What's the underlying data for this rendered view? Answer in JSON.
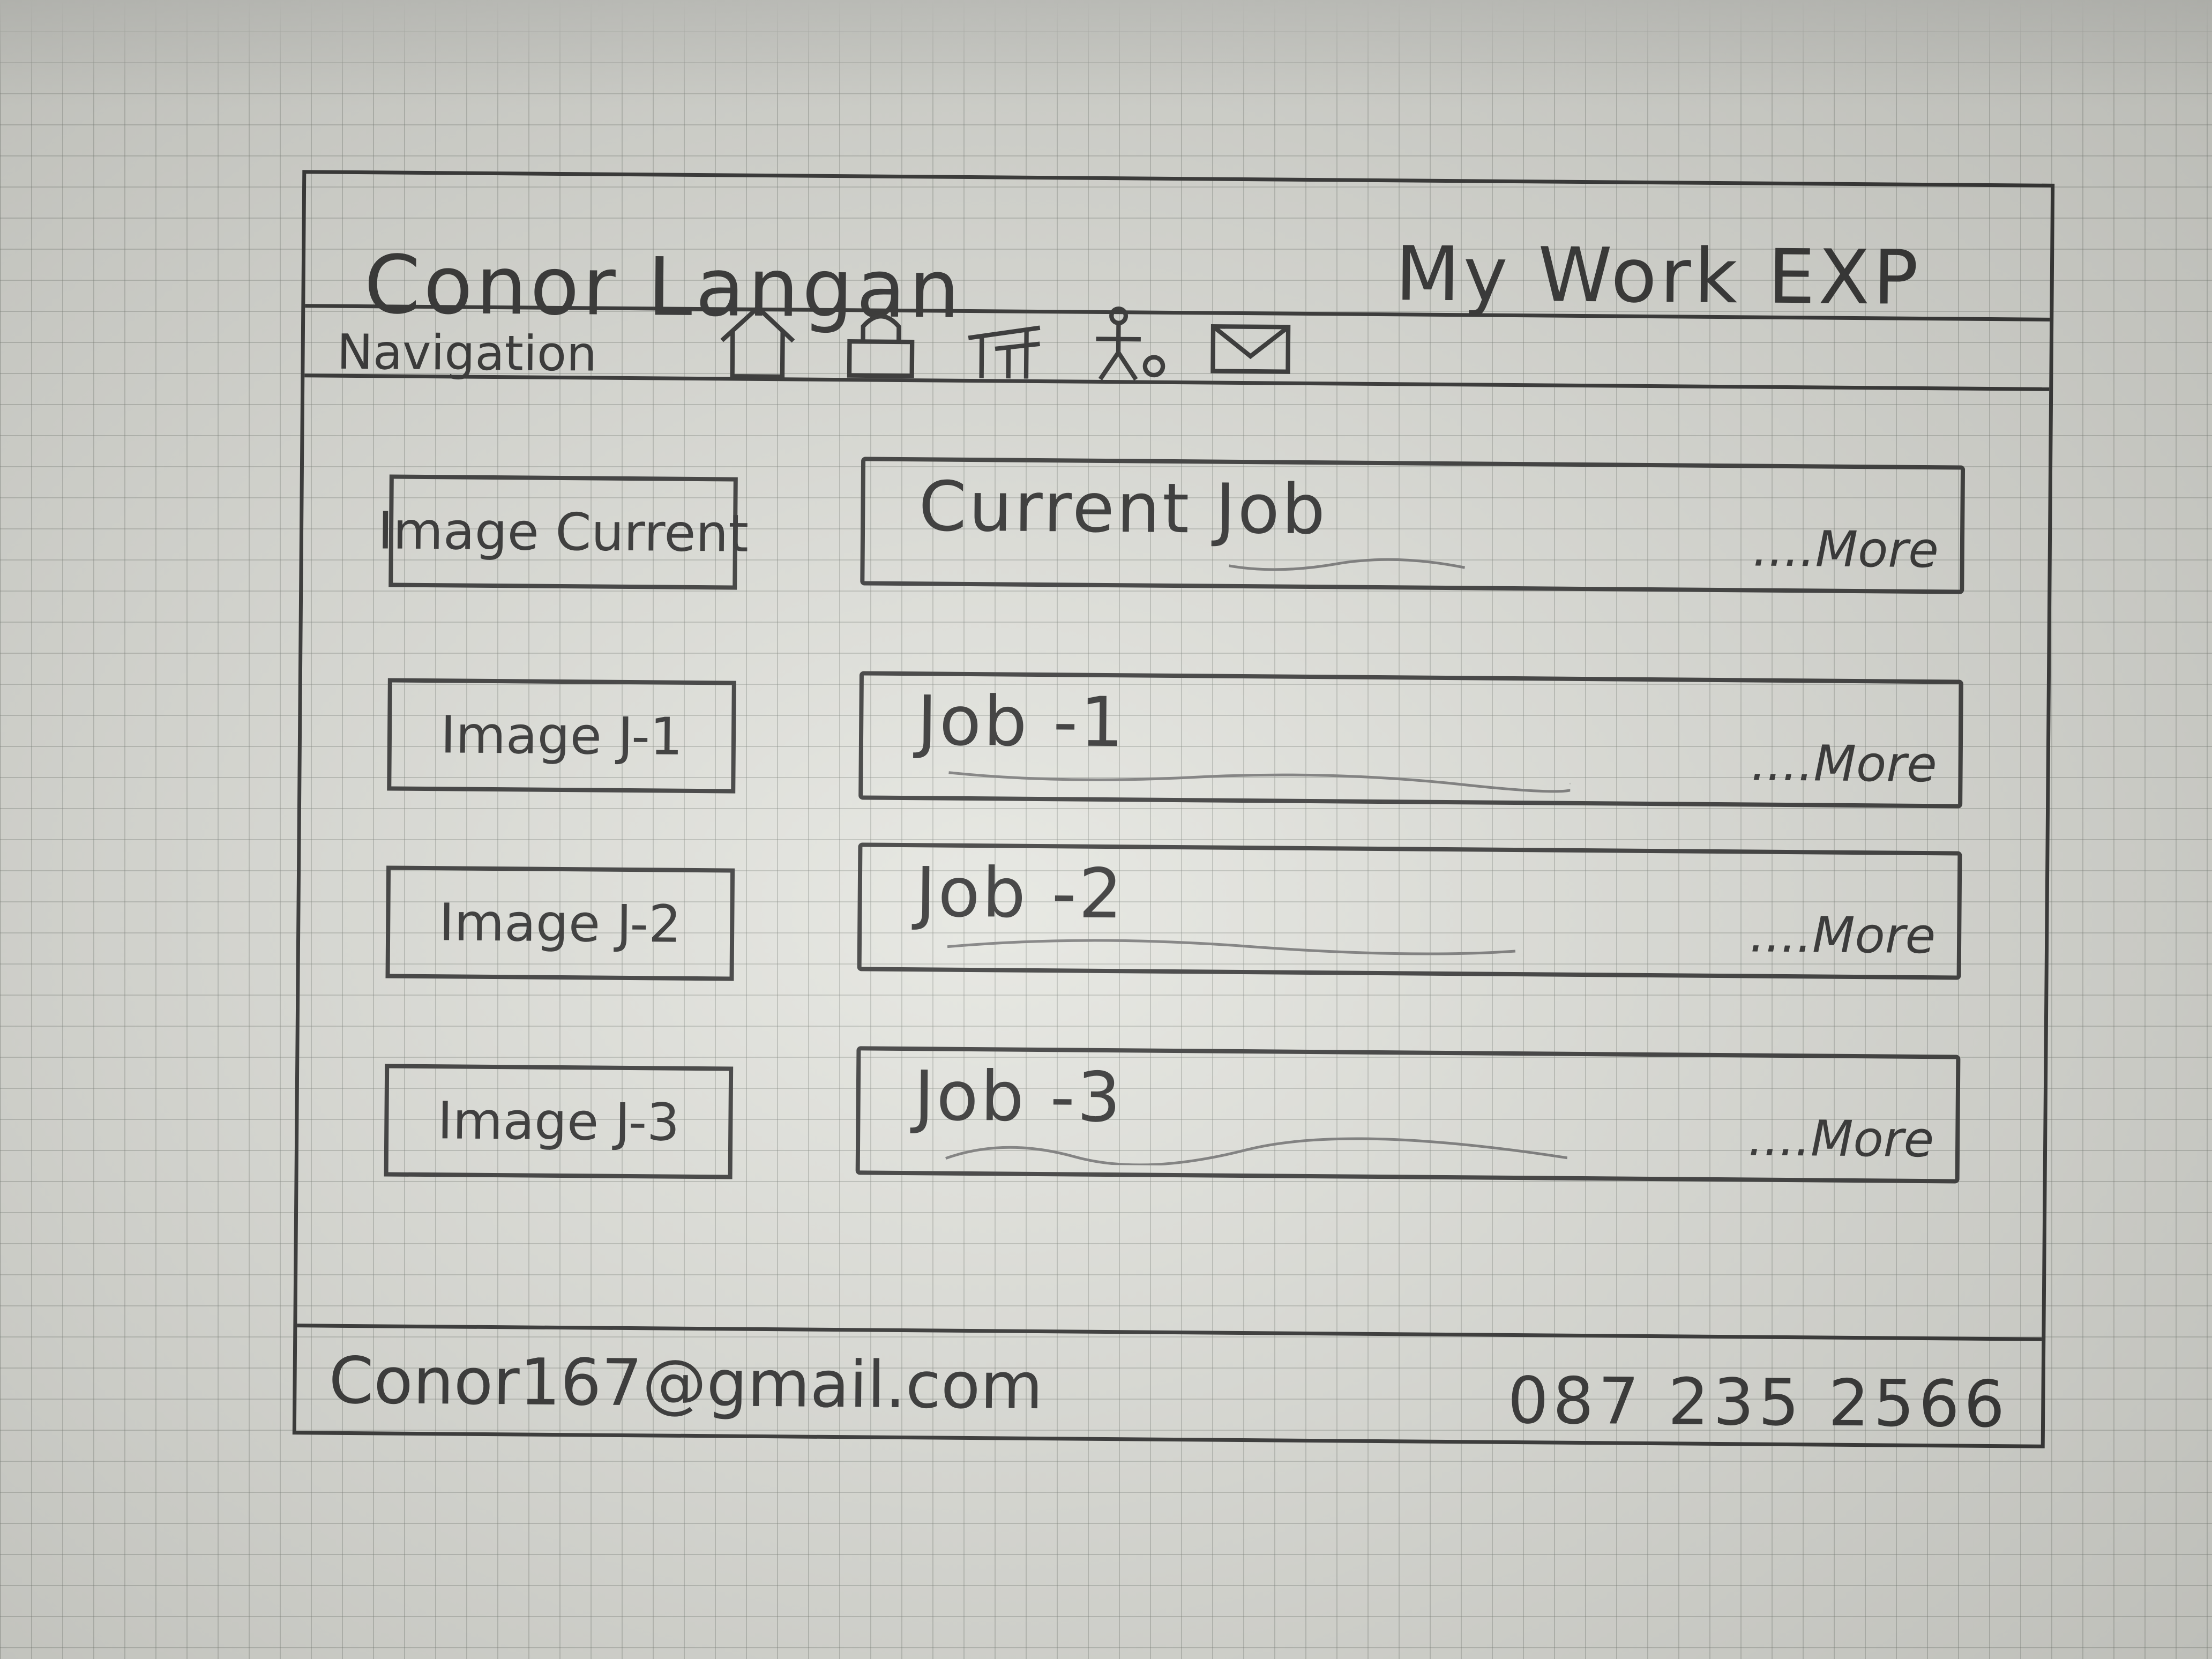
{
  "header": {
    "site_name": "Conor Langan",
    "page_heading": "My Work EXP"
  },
  "nav": {
    "label": "Navigation",
    "icons": [
      "home-icon",
      "lock-icon",
      "desk-icon",
      "person-icon",
      "mail-icon"
    ]
  },
  "jobs": [
    {
      "image_label": "Image Current",
      "title": "Current Job",
      "more": "....More"
    },
    {
      "image_label": "Image J-1",
      "title": "Job -1",
      "more": "....More"
    },
    {
      "image_label": "Image J-2",
      "title": "Job -2",
      "more": "....More"
    },
    {
      "image_label": "Image J-3",
      "title": "Job -3",
      "more": "....More"
    }
  ],
  "footer": {
    "email": "Conor167@gmail.com",
    "phone": "087 235 2566"
  }
}
